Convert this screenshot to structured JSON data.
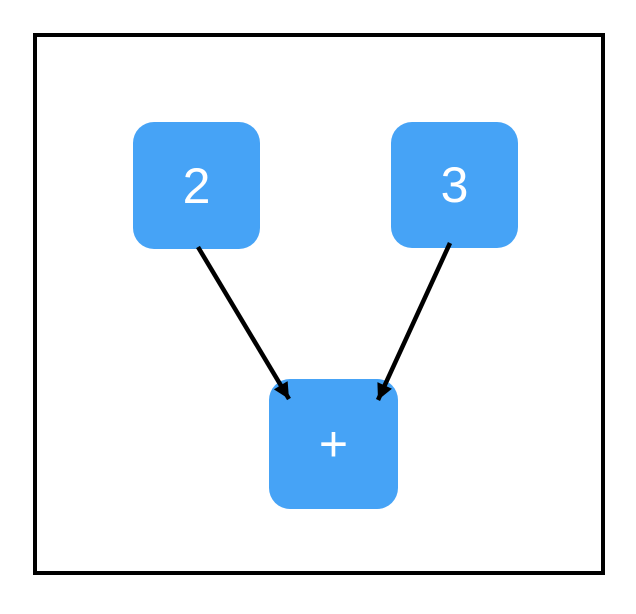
{
  "figure": {
    "type": "expression-graph",
    "background_color": "#FFFFFF",
    "frame_color": "#000000",
    "node_fill_color": "#46A3F6",
    "node_text_color": "#FFFFFF",
    "edge_color": "#000000",
    "nodes": [
      {
        "id": "operand-2",
        "label": "2",
        "role": "operand"
      },
      {
        "id": "operand-3",
        "label": "3",
        "role": "operand"
      },
      {
        "id": "operator-plus",
        "label": "+",
        "role": "operator"
      }
    ],
    "edges": [
      {
        "from": "operand-2",
        "to": "operator-plus"
      },
      {
        "from": "operand-3",
        "to": "operator-plus"
      }
    ]
  }
}
